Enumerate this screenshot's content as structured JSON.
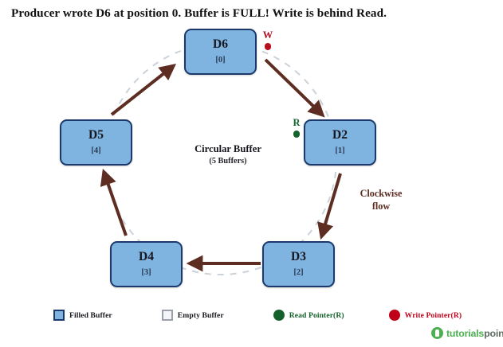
{
  "title": "Producer wrote D6 at position 0. Buffer is FULL! Write is behind Read.",
  "center": {
    "heading": "Circular Buffer",
    "subheading": "(5 Buffers)"
  },
  "nodes": [
    {
      "id": "d6",
      "label": "D6",
      "index": "[0]",
      "state": "filled"
    },
    {
      "id": "d2",
      "label": "D2",
      "index": "[1]",
      "state": "filled"
    },
    {
      "id": "d3",
      "label": "D3",
      "index": "[2]",
      "state": "filled"
    },
    {
      "id": "d4",
      "label": "D4",
      "index": "[3]",
      "state": "filled"
    },
    {
      "id": "d5",
      "label": "D5",
      "index": "[4]",
      "state": "filled"
    }
  ],
  "pointers": {
    "write": {
      "letter": "W",
      "color": "#bb0d1e"
    },
    "read": {
      "letter": "R",
      "color": "#16632c"
    }
  },
  "flow": {
    "line1": "Clockwise",
    "line2": "flow",
    "color": "#5d2d22"
  },
  "legend": [
    {
      "id": "filled",
      "label": "Filled Buffer",
      "swatch": "square",
      "color": "#7fb3e0"
    },
    {
      "id": "empty",
      "label": "Empty Buffer",
      "swatch": "square",
      "color": "#f3f5f8"
    },
    {
      "id": "read",
      "label": "Read Pointer(R)",
      "swatch": "circle",
      "color": "#14602a"
    },
    {
      "id": "write",
      "label": "Write Pointer(R)",
      "swatch": "circle",
      "color": "#c00018"
    }
  ],
  "brand": {
    "part1": "tutorials",
    "part2": "point"
  },
  "colors": {
    "node_fill": "#7fb3e0",
    "node_border": "#1b3a6b",
    "arrow": "#5d2d22",
    "ring": "#ccd2da"
  }
}
